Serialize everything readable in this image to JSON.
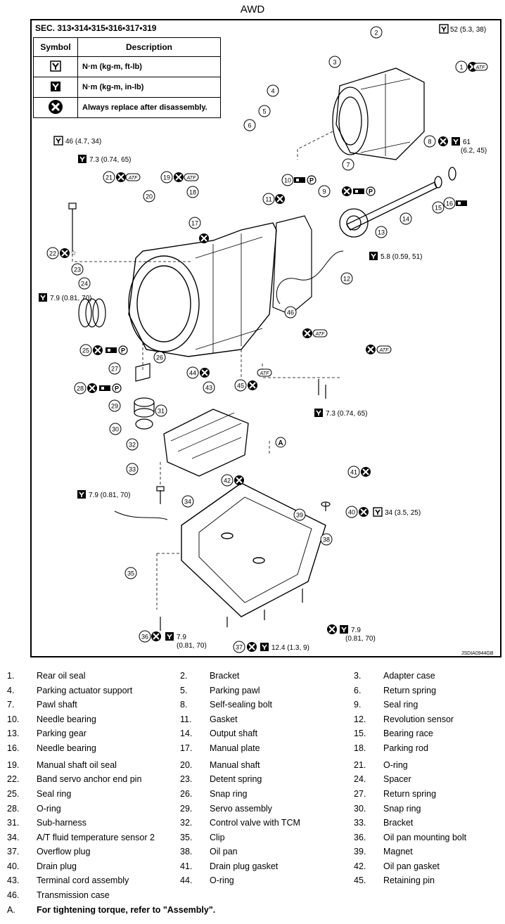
{
  "title": "AWD",
  "section": "SEC. 313•314•315•316•317•319",
  "symbol_table": {
    "header_symbol": "Symbol",
    "header_description": "Description",
    "rows": [
      {
        "icon": "torque-wrench-icon",
        "description": "N·m (kg-m, ft-lb)"
      },
      {
        "icon": "torque-wrench-small-icon",
        "description": "N·m (kg-m, in-lb)"
      },
      {
        "icon": "replace-part-icon",
        "description": "Always replace after disassembly."
      }
    ]
  },
  "diagram": {
    "reference_code": "JSDIA0944GB",
    "torques": {
      "t2": "52 (5.3, 38)",
      "t8a": "61",
      "t8b": "(6.2, 45)",
      "t22": "46 (4.7, 34)",
      "t21a": "7.3 (0.74, 65)",
      "t12": "5.8 (0.59, 51)",
      "t24": "7.9 (0.81, 70)",
      "t21b": "7.3 (0.74, 65)",
      "t34": "7.9 (0.81, 70)",
      "t40": "34 (3.5, 25)",
      "t36a": "7.9",
      "t36b": "(0.81, 70)",
      "t36c": "7.9",
      "t36d": "(0.81, 70)",
      "t37": "12.4 (1.3, 9)"
    },
    "tags": {
      "atf": "ATF",
      "p": "P",
      "a": "A"
    }
  },
  "legend": [
    {
      "num": "1.",
      "label": "Rear oil seal"
    },
    {
      "num": "2.",
      "label": "Bracket"
    },
    {
      "num": "3.",
      "label": "Adapter case"
    },
    {
      "num": "4.",
      "label": "Parking actuator support"
    },
    {
      "num": "5.",
      "label": "Parking pawl"
    },
    {
      "num": "6.",
      "label": "Return spring"
    },
    {
      "num": "7.",
      "label": "Pawl shaft"
    },
    {
      "num": "8.",
      "label": "Self-sealing bolt"
    },
    {
      "num": "9.",
      "label": "Seal ring"
    },
    {
      "num": "10.",
      "label": "Needle bearing"
    },
    {
      "num": "11.",
      "label": "Gasket"
    },
    {
      "num": "12.",
      "label": "Revolution sensor"
    },
    {
      "num": "13.",
      "label": "Parking gear"
    },
    {
      "num": "14.",
      "label": "Output shaft"
    },
    {
      "num": "15.",
      "label": "Bearing race"
    },
    {
      "num": "16.",
      "label": "Needle bearing"
    },
    {
      "num": "17.",
      "label": "Manual plate"
    },
    {
      "num": "18.",
      "label": "Parking rod"
    },
    {
      "num": "19.",
      "label": "Manual shaft oil seal"
    },
    {
      "num": "20.",
      "label": "Manual shaft"
    },
    {
      "num": "21.",
      "label": "O-ring"
    },
    {
      "num": "22.",
      "label": "Band servo anchor end pin"
    },
    {
      "num": "23.",
      "label": "Detent spring"
    },
    {
      "num": "24.",
      "label": "Spacer"
    },
    {
      "num": "25.",
      "label": "Seal ring"
    },
    {
      "num": "26.",
      "label": "Snap ring"
    },
    {
      "num": "27.",
      "label": "Return spring"
    },
    {
      "num": "28.",
      "label": "O-ring"
    },
    {
      "num": "29.",
      "label": "Servo assembly"
    },
    {
      "num": "30.",
      "label": "Snap ring"
    },
    {
      "num": "31.",
      "label": "Sub-harness"
    },
    {
      "num": "32.",
      "label": "Control valve with TCM"
    },
    {
      "num": "33.",
      "label": "Bracket"
    },
    {
      "num": "34.",
      "label": "A/T fluid temperature sensor 2"
    },
    {
      "num": "35.",
      "label": "Clip"
    },
    {
      "num": "36.",
      "label": "Oil pan mounting bolt"
    },
    {
      "num": "37.",
      "label": "Overflow plug"
    },
    {
      "num": "38.",
      "label": "Oil pan"
    },
    {
      "num": "39.",
      "label": "Magnet"
    },
    {
      "num": "40.",
      "label": "Drain plug"
    },
    {
      "num": "41.",
      "label": "Drain plug gasket"
    },
    {
      "num": "42.",
      "label": "Oil pan gasket"
    },
    {
      "num": "43.",
      "label": "Terminal cord assembly"
    },
    {
      "num": "44.",
      "label": "O-ring"
    },
    {
      "num": "45.",
      "label": "Retaining pin"
    },
    {
      "num": "46.",
      "label": "Transmission case"
    }
  ],
  "footnote": {
    "num": "A.",
    "label": "For tightening torque, refer to \"Assembly\"."
  }
}
